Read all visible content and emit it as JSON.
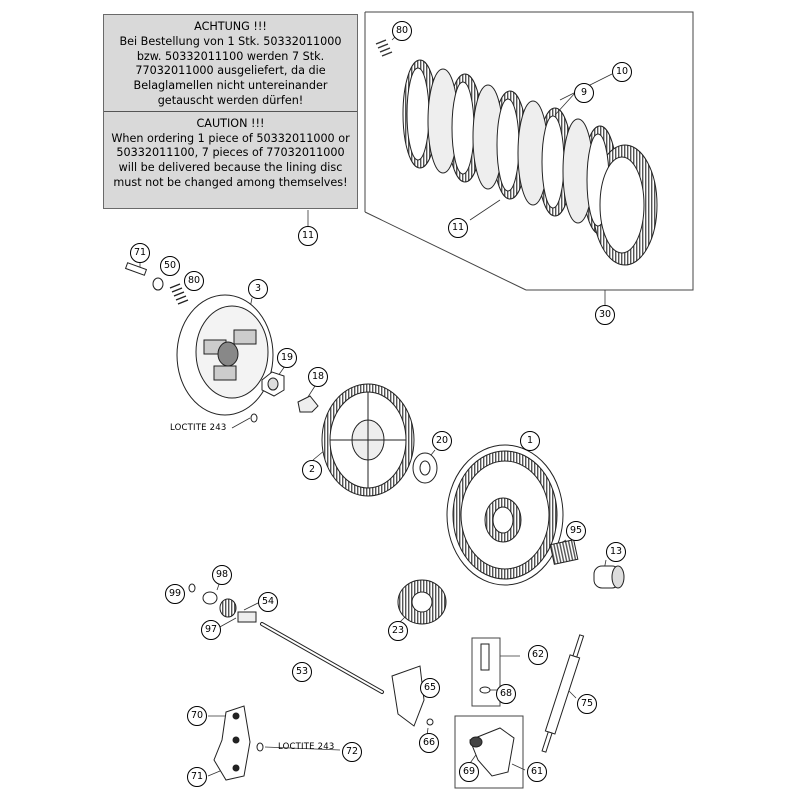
{
  "notice": {
    "german_title": "ACHTUNG !!!",
    "german_text": "Bei Bestellung von 1 Stk. 50332011000 bzw. 50332011100 werden 7 Stk. 77032011000 ausgeliefert, da die Belaglamellen nicht untereinander getauscht werden dürfen!",
    "english_title": "CAUTION !!!",
    "english_text": "When ordering 1 piece of 50332011000 or 50332011100, 7 pieces of 77032011000 will be delivered because the lining disc must not be changed among themselves!"
  },
  "parts": {
    "p80a": "80",
    "p10": "10",
    "p9": "9",
    "p11a": "11",
    "p30": "30",
    "p11b": "11",
    "p71a": "71",
    "p50": "50",
    "p80b": "80",
    "p3": "3",
    "p19": "19",
    "p18": "18",
    "p2": "2",
    "p20": "20",
    "p1": "1",
    "p95": "95",
    "p13": "13",
    "p99": "99",
    "p98": "98",
    "p54": "54",
    "p97": "97",
    "p23": "23",
    "p62": "62",
    "p53": "53",
    "p68": "68",
    "p65": "65",
    "p75": "75",
    "p70": "70",
    "p66": "66",
    "p72": "72",
    "p69": "69",
    "p61": "61",
    "p71b": "71"
  },
  "notes": {
    "loctite_top": "LOCTITE 243",
    "loctite_bottom": "LOCTITE 243"
  }
}
